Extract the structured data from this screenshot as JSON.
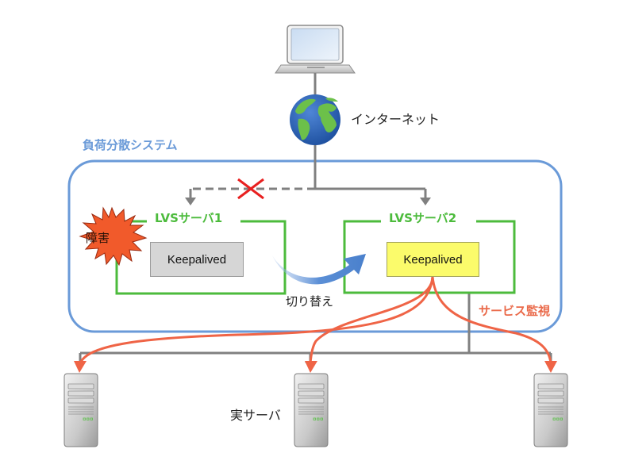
{
  "diagram": {
    "title": "負荷分散システム",
    "internet": {
      "label": "インターネット",
      "icon": "globe-icon"
    },
    "client": {
      "icon": "laptop-icon"
    },
    "lvs_servers": [
      {
        "name": "LVSサーバ1",
        "service": "Keepalived",
        "status": "障害",
        "active": false
      },
      {
        "name": "LVSサーバ2",
        "service": "Keepalived",
        "status": "",
        "active": true
      }
    ],
    "failover_label": "切り替え",
    "monitoring_label": "サービス監視",
    "real_servers": {
      "label": "実サーバ",
      "count": 3,
      "icon": "server-tower-icon"
    },
    "connections": [
      {
        "from": "インターネット",
        "to": "LVSサーバ1",
        "style": "dashed",
        "blocked": true
      },
      {
        "from": "インターネット",
        "to": "LVSサーバ2",
        "style": "solid",
        "blocked": false
      },
      {
        "from": "LVSサーバ2",
        "to": "実サーバ",
        "style": "solid"
      },
      {
        "from": "Keepalived (LVSサーバ2)",
        "to": "実サーバ",
        "style": "monitoring",
        "count": 3
      }
    ],
    "colors": {
      "system_border": "#6a9ad8",
      "lvs_border": "#4cbb3c",
      "network_line": "#808080",
      "blocked_mark": "#e82020",
      "fault_burst": "#f15a2b",
      "monitor_arrow": "#ef6446",
      "failover_arrow": "#5b8fd6",
      "keepalived_active_bg": "#fbfb6b",
      "keepalived_inactive_bg": "#d6d6d6"
    }
  }
}
